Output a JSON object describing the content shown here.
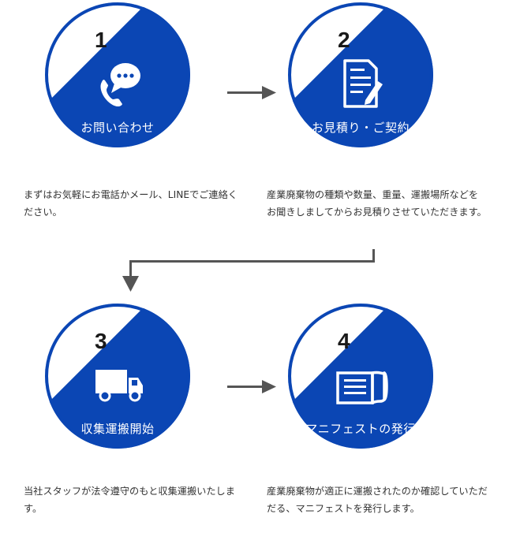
{
  "steps": [
    {
      "number": "1",
      "title": "お問い合わせ",
      "icon": "phone-chat-icon",
      "description": "まずはお気軽にお電話かメール、LINEでご連絡ください。"
    },
    {
      "number": "2",
      "title": "お見積り・ご契約",
      "icon": "document-pen-icon",
      "description": "産業廃棄物の種類や数量、重量、運搬場所などをお聞きしましてからお見積りさせていただきます。"
    },
    {
      "number": "3",
      "title": "収集運搬開始",
      "icon": "truck-icon",
      "description": "当社スタッフが法令遵守のもと収集運搬いたします。"
    },
    {
      "number": "4",
      "title": "マニフェストの発行",
      "icon": "manifest-scroll-icon",
      "description": "産業廃棄物が適正に運搬されたのか確認していただだる、マニフェストを発行します。"
    }
  ],
  "colors": {
    "circle_blue": "#0b46b4",
    "arrow_gray": "#555555",
    "number_dark": "#1a1a1a"
  }
}
